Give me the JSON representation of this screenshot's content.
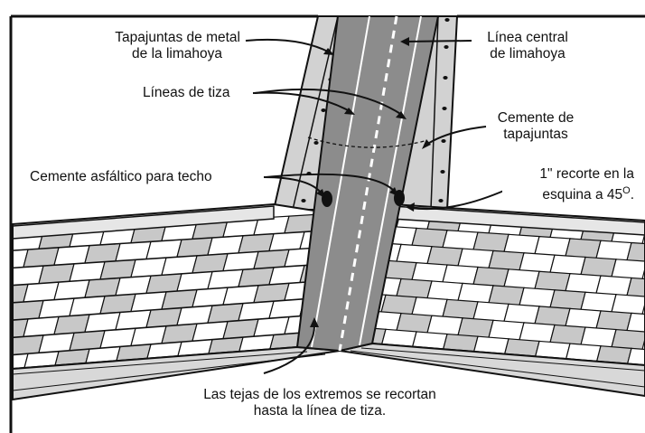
{
  "labels": {
    "valley_flashing": [
      "Tapajuntas de metal",
      "de la limahoya"
    ],
    "valley_centerline": [
      "Línea central",
      "de limahoya"
    ],
    "chalk_lines": "Líneas de tiza",
    "flashing_cement": [
      "Cemente de",
      "tapajuntas"
    ],
    "roof_cement": "Cemente asfáltico para techo",
    "corner_clip": [
      "1\" recorte en la",
      "esquina a 45",
      "O",
      "."
    ],
    "end_shingles": [
      "Las tejas de los extremos se recortan",
      "hasta la línea de tiza."
    ]
  },
  "colors": {
    "outline": "#111111",
    "valley_metal": "#cfcfcf",
    "valley_center": "#8a8a8a",
    "shingle_gray": "#c8c8c8",
    "shingle_white": "#ffffff",
    "chalk_line": "#ffffff"
  }
}
